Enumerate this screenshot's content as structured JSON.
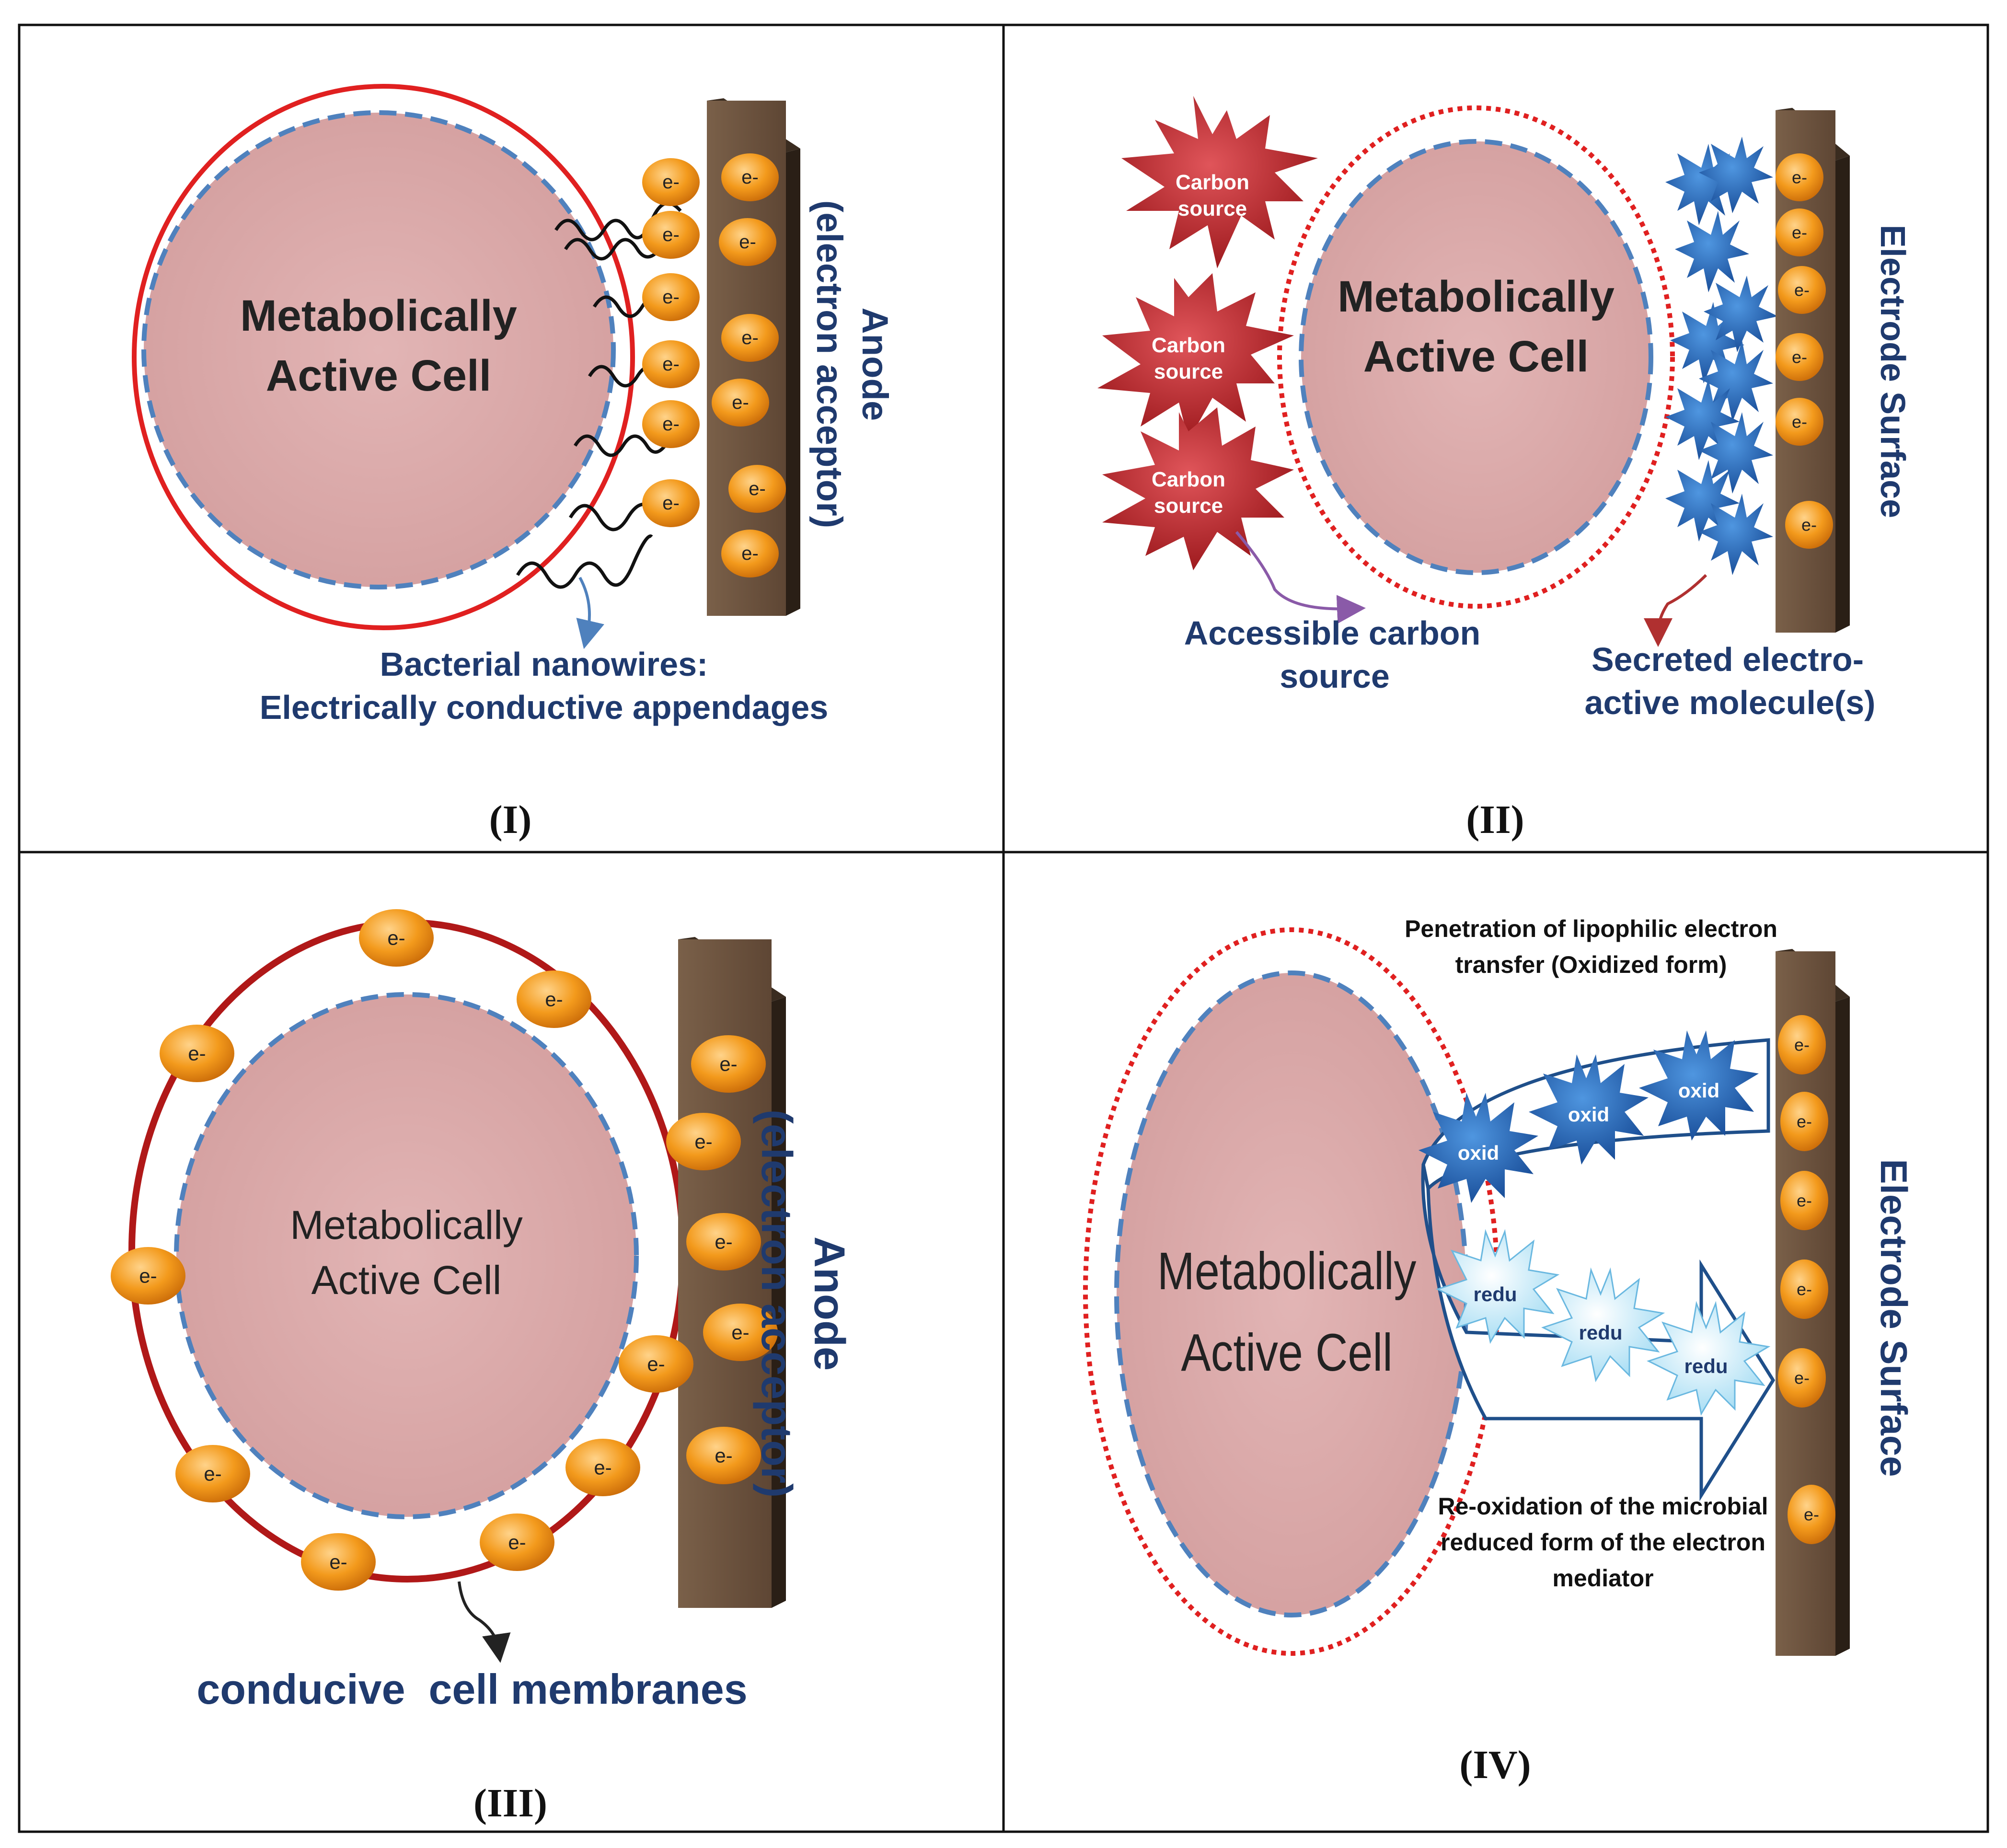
{
  "electron_label": "e-",
  "cell_label_line1": "Metabolically",
  "cell_label_line2": "Active Cell",
  "panel1": {
    "panel_label": "(I)",
    "anode_line1": "Anode",
    "anode_line2": "(electron acceptor)",
    "nanowire_line1": "Bacterial nanowires:",
    "nanowire_line2": "Electrically conductive appendages"
  },
  "panel2": {
    "panel_label": "(II)",
    "carbon_line1": "Carbon",
    "carbon_line2": "source",
    "electrode_label": "Electrode Surface",
    "accessible_line1": "Accessible carbon",
    "accessible_line2": "source",
    "secreted_line1": "Secreted electro-",
    "secreted_line2": "active molecule(s)"
  },
  "panel3": {
    "panel_label": "(III)",
    "anode_line1": "Anode",
    "anode_line2": "(electron acceptor)",
    "membrane_label": "conducive  cell membranes"
  },
  "panel4": {
    "panel_label": "(IV)",
    "electrode_label": "Electrode Surface",
    "oxid_label": "oxid",
    "redu_label": "redu",
    "penetration_line1": "Penetration of lipophilic electron",
    "penetration_line2": "transfer (Oxidized form)",
    "reox_line1": "Re-oxidation of the microbial",
    "reox_line2": "reduced form of the electron",
    "reox_line3": "mediator"
  },
  "colors": {
    "cell_fill": "#dcaaaa",
    "membrane_dash": "#4f81bd",
    "outer_red": "#e02020",
    "electron_fill": "#f39a1c",
    "electrode_fill": "#6b5340",
    "carbon_star": "#c0282c",
    "blue_star": "#2a6ec0",
    "light_star": "#cfeefa",
    "label_blue": "#1f3a6e"
  }
}
